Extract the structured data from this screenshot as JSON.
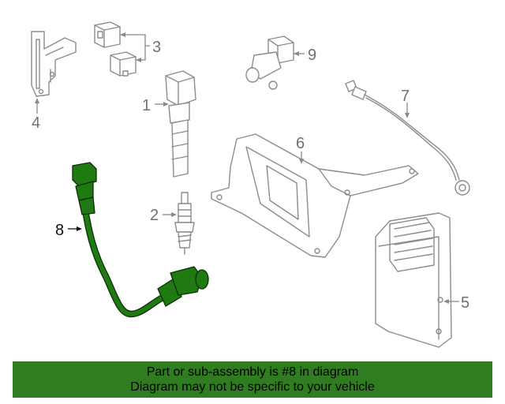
{
  "callouts": {
    "c1": "1",
    "c2": "2",
    "c3": "3",
    "c4": "4",
    "c5": "5",
    "c6": "6",
    "c7": "7",
    "c8": "8",
    "c9": "9"
  },
  "highlighted_part": "8",
  "colors": {
    "highlight": "#1f7a12",
    "banner": "#2f7d20",
    "line": "#8c8c8c"
  },
  "banner": {
    "line1": "Part or sub-assembly is #8 in diagram",
    "line2": "Diagram may not be specific to your vehicle"
  }
}
